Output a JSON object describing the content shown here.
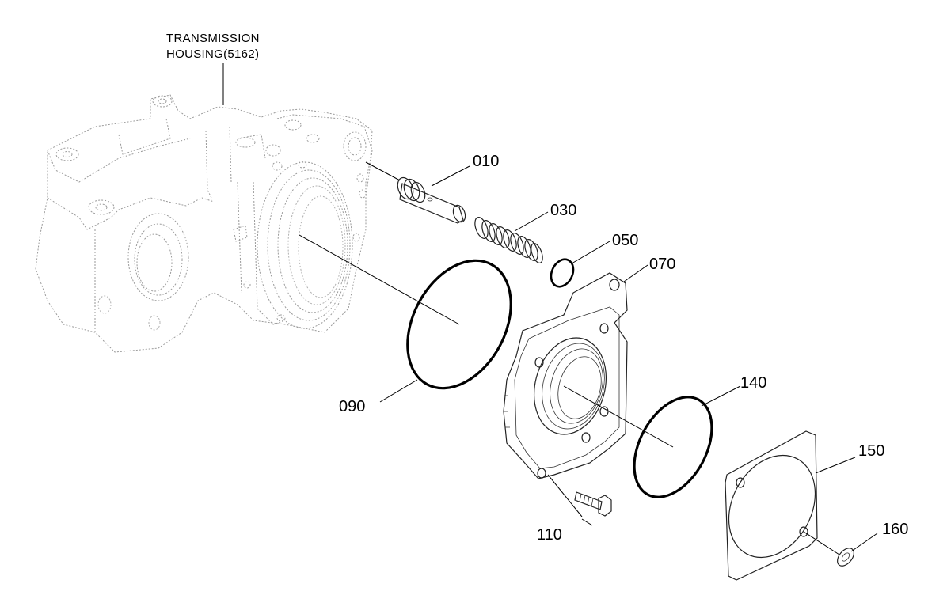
{
  "assembly": {
    "title_line1": "TRANSMISSION",
    "title_line2": "HOUSING(5162)"
  },
  "callouts": {
    "p010": "010",
    "p030": "030",
    "p050": "050",
    "p070": "070",
    "p090": "090",
    "p110": "110",
    "p140": "140",
    "p150": "150",
    "p160": "160"
  }
}
